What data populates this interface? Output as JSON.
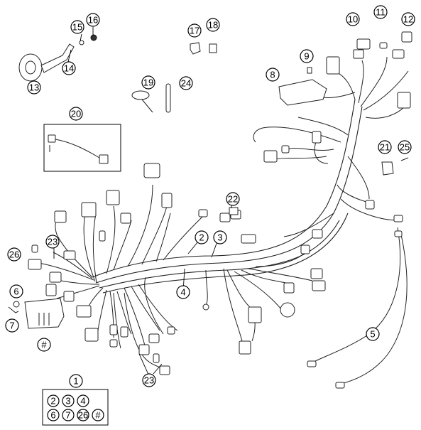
{
  "callouts": [
    {
      "label": "1"
    },
    {
      "label": "2"
    },
    {
      "label": "3"
    },
    {
      "label": "4"
    },
    {
      "label": "5"
    },
    {
      "label": "6"
    },
    {
      "label": "7"
    },
    {
      "label": "8"
    },
    {
      "label": "9"
    },
    {
      "label": "10"
    },
    {
      "label": "11"
    },
    {
      "label": "12"
    },
    {
      "label": "13"
    },
    {
      "label": "14"
    },
    {
      "label": "15"
    },
    {
      "label": "16"
    },
    {
      "label": "17"
    },
    {
      "label": "18"
    },
    {
      "label": "19"
    },
    {
      "label": "20"
    },
    {
      "label": "21"
    },
    {
      "label": "22"
    },
    {
      "label": "23"
    },
    {
      "label": "23"
    },
    {
      "label": "24"
    },
    {
      "label": "25"
    },
    {
      "label": "26"
    },
    {
      "label": "#"
    }
  ],
  "kit": {
    "header": "1",
    "items": [
      "2",
      "3",
      "4",
      "6",
      "7",
      "26",
      "#"
    ]
  }
}
